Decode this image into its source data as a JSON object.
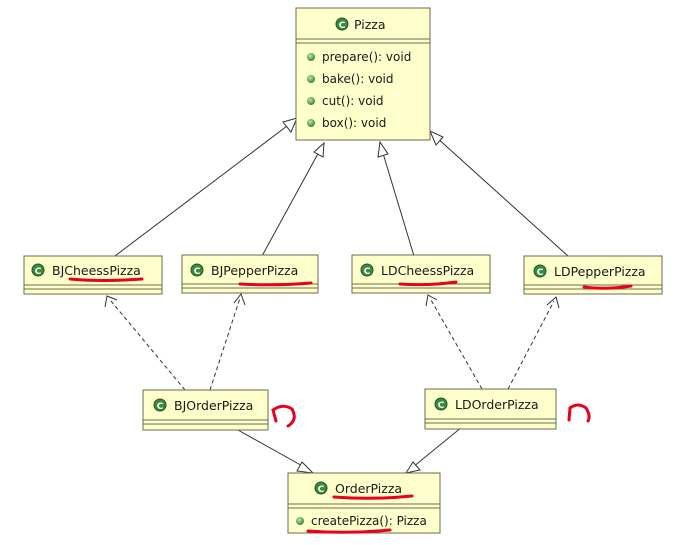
{
  "classes": {
    "pizza": {
      "name": "Pizza",
      "methods": [
        "prepare(): void",
        "bake(): void",
        "cut(): void",
        "box(): void"
      ]
    },
    "bj_cheess": {
      "name": "BJCheessPizza"
    },
    "bj_pepper": {
      "name": "BJPepperPizza"
    },
    "ld_cheess": {
      "name": "LDCheessPizza"
    },
    "ld_pepper": {
      "name": "LDPepperPizza"
    },
    "bj_order": {
      "name": "BJOrderPizza"
    },
    "ld_order": {
      "name": "LDOrderPizza"
    },
    "order": {
      "name": "OrderPizza",
      "methods": [
        "createPizza(): Pizza"
      ]
    }
  },
  "icons": {
    "class_icon": "class-icon",
    "method_icon": "public-method-icon"
  },
  "colors": {
    "class_fill": "#ffffcc",
    "class_stroke": "#6b6b4f",
    "class_icon": "#3c8a3c",
    "method_icon": "#3c8a3c",
    "annotation": "#e8001c"
  }
}
